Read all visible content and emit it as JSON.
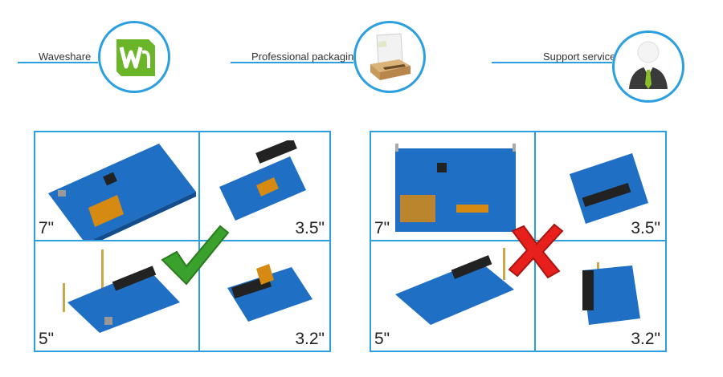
{
  "features": [
    {
      "label": "Waveshare",
      "icon": "waveshare-logo-icon"
    },
    {
      "label": "Professional packaging",
      "icon": "package-box-icon"
    },
    {
      "label": "Support service",
      "icon": "support-person-icon"
    }
  ],
  "compatible": {
    "cells": [
      {
        "size": "7\""
      },
      {
        "size": "3.5\""
      },
      {
        "size": "5\""
      },
      {
        "size": "3.2\""
      }
    ],
    "mark": "check-mark-icon"
  },
  "incompatible": {
    "cells": [
      {
        "size": "7\""
      },
      {
        "size": "3.5\""
      },
      {
        "size": "5\""
      },
      {
        "size": "3.2\""
      }
    ],
    "mark": "cross-mark-icon"
  },
  "colors": {
    "accent": "#2b9fe0",
    "check": "#3aa12c",
    "cross": "#e8201d",
    "board": "#1f6fc4"
  }
}
